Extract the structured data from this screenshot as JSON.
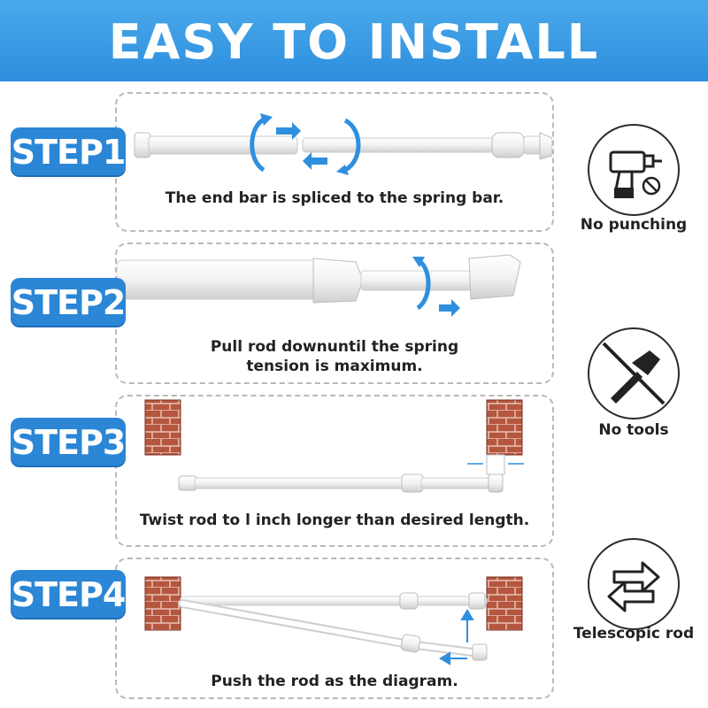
{
  "banner": {
    "title": "EASY TO INSTALL"
  },
  "steps": [
    {
      "badge": "STEP1",
      "caption": "The end bar is spliced to the spring bar."
    },
    {
      "badge": "STEP2",
      "caption_line1": "Pull rod downuntil the spring",
      "caption_line2": "tension is maximum."
    },
    {
      "badge": "STEP3",
      "caption": "Twist rod to l inch longer than desired length."
    },
    {
      "badge": "STEP4",
      "caption": "Push the rod as the diagram."
    }
  ],
  "features": [
    {
      "label": "No punching",
      "icon": "drill-no-icon"
    },
    {
      "label": "No tools",
      "icon": "hammer-crossed-icon"
    },
    {
      "label": "Telescopic rod",
      "icon": "swap-arrows-icon"
    }
  ],
  "colors": {
    "banner": "#3b9be6",
    "badge": "#2b86d6",
    "arrow": "#2f8fdf",
    "brick": "#b5563f"
  }
}
